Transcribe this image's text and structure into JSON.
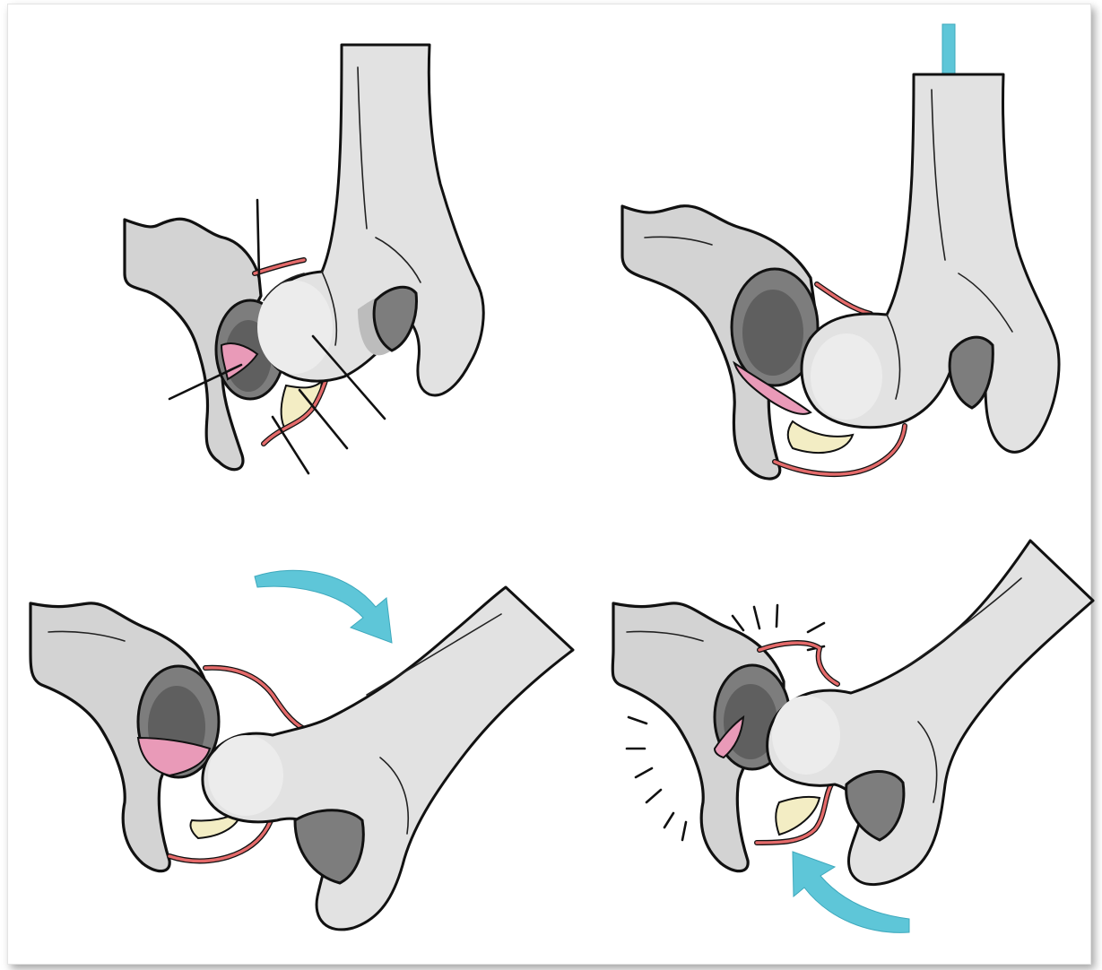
{
  "figure": {
    "panels": [
      {
        "id": "neutral",
        "arrow": null
      },
      {
        "id": "axial-load",
        "arrow": "down-arrow"
      },
      {
        "id": "rotation",
        "arrow": "curved-arrow-clockwise"
      },
      {
        "id": "impact",
        "arrow": "curved-arrow-upward"
      }
    ],
    "colors": {
      "bone": "#d3d3d3",
      "socket": "#7d7d7d",
      "ligament": "#e99ab8",
      "capsule": "#e46a6a",
      "fat_pad": "#f3edc4",
      "arrow": "#5ec6d8"
    }
  }
}
